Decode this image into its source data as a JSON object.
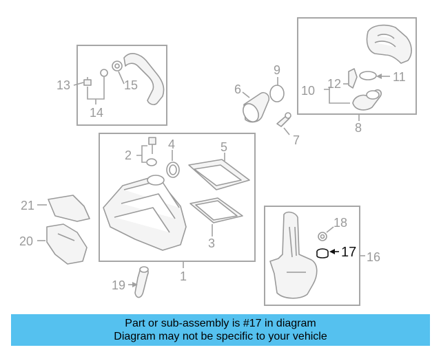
{
  "callouts": {
    "c1": "1",
    "c2": "2",
    "c3": "3",
    "c4": "4",
    "c5": "5",
    "c6": "6",
    "c7": "7",
    "c8": "8",
    "c9": "9",
    "c10": "10",
    "c11": "11",
    "c12": "12",
    "c13": "13",
    "c14": "14",
    "c15": "15",
    "c16": "16",
    "c17": "17",
    "c18": "18",
    "c19": "19",
    "c20": "20",
    "c21": "21"
  },
  "highlight_part": "17",
  "colors": {
    "banner": "#55c1ef",
    "line_art": "#9a9a9a",
    "highlight": "#111111"
  },
  "banner": {
    "line1": "Part or sub-assembly is #17 in diagram",
    "line2": "Diagram may not be specific to your vehicle"
  }
}
